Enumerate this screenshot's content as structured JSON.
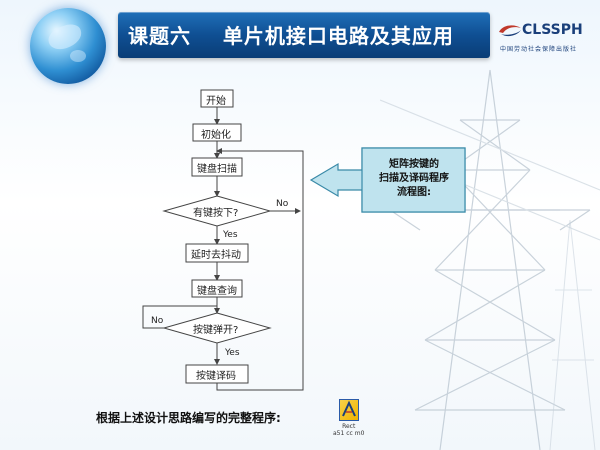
{
  "header": {
    "title": "课题六    单片机接口电路及其应用",
    "logo_text": "CLSSPH",
    "logo_subtitle": "中国劳动社会保障出版社"
  },
  "flowchart": {
    "start": "开始",
    "init": "初始化",
    "scan": "键盘扫描",
    "decision1": "有键按下?",
    "delay": "延时去抖动",
    "query": "键盘查询",
    "decision2": "按键弹开?",
    "decode": "按键译码",
    "yes1": "Yes",
    "no1": "No",
    "yes2": "Yes",
    "no2": "No"
  },
  "callout": {
    "lines": [
      "矩阵按键的",
      "扫描及译码程序",
      "流程图:"
    ]
  },
  "footer": {
    "text": "根据上述设计思路编写的完整程序:",
    "file_label_1": "Rect",
    "file_label_2": "a51 cc m0"
  },
  "colors": {
    "title_bar": "#0f4f93",
    "callout_fill": "#bfe3ee",
    "callout_border": "#3a8aa8",
    "flow_line": "#444444"
  }
}
